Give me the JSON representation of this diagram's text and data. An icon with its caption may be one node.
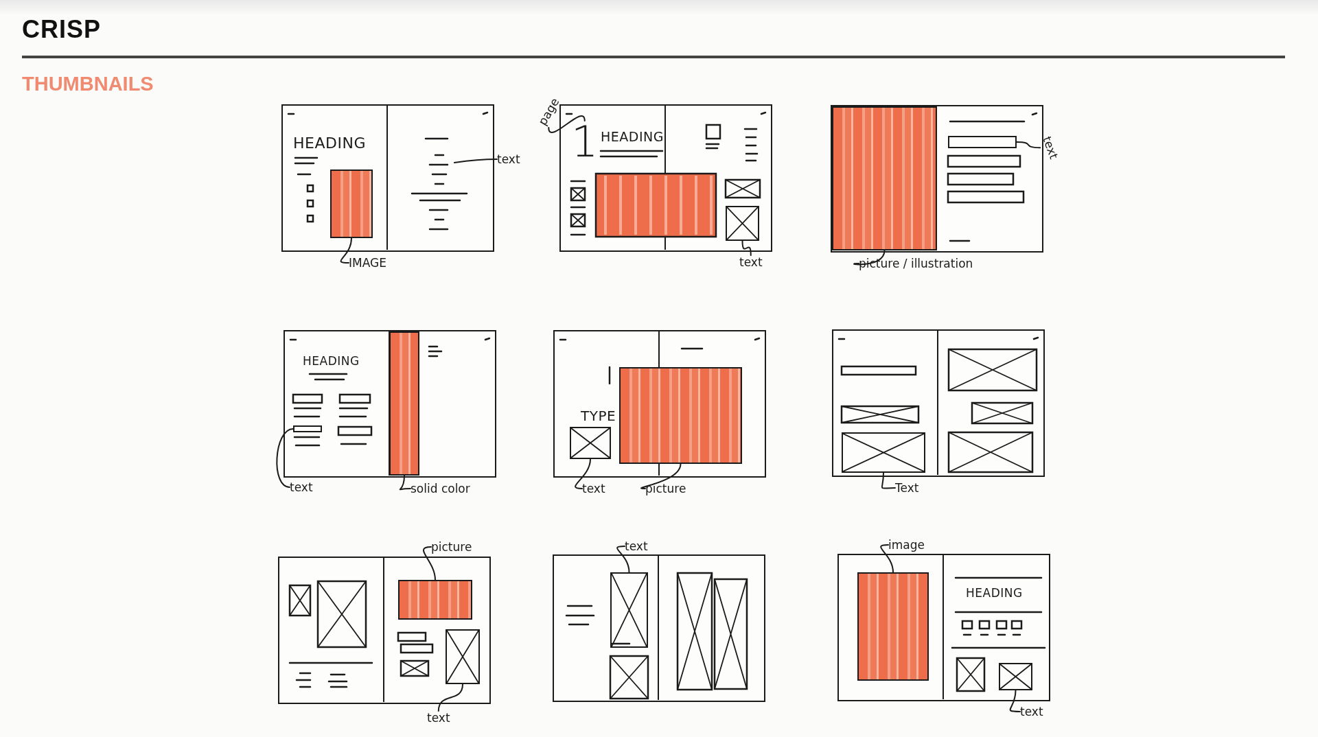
{
  "diagram": {
    "title": "CRISP",
    "labels": [
      "THUMBNAILS"
    ],
    "nodes": [
      {
        "text": [
          "HEADING"
        ]
      },
      {
        "text": [],
        "shape": "box",
        "in": 0
      },
      {
        "text": [
          "IMAGE"
        ]
      },
      {
        "text": [
          "text"
        ]
      },
      {
        "text": [
          "HEADING"
        ]
      },
      {
        "text": [
          "1"
        ],
        "in": 4
      },
      {
        "text": [],
        "shape": "box",
        "in": 4
      },
      {
        "text": [
          "page"
        ]
      },
      {
        "text": [
          "text"
        ]
      },
      {
        "text": [],
        "shape": "box"
      },
      {
        "text": [],
        "shape": "box",
        "in": 9
      },
      {
        "text": [],
        "shape": "box",
        "in": 9
      },
      {
        "text": [
          "text"
        ]
      },
      {
        "text": [
          "picture / illustration"
        ]
      },
      {
        "text": [
          "HEADING"
        ]
      },
      {
        "text": [],
        "shape": "box",
        "in": 14
      },
      {
        "text": [],
        "shape": "box",
        "in": 14
      },
      {
        "text": [
          "text"
        ]
      },
      {
        "text": [
          "solid color"
        ]
      },
      {
        "text": [
          "TYPE"
        ]
      },
      {
        "text": [],
        "shape": "box",
        "in": 19
      },
      {
        "text": [],
        "shape": "box",
        "in": 19
      },
      {
        "text": [
          "text"
        ]
      },
      {
        "text": [
          "picture"
        ]
      },
      {
        "text": [],
        "shape": "box"
      },
      {
        "text": [],
        "shape": "box",
        "in": 24
      },
      {
        "text": [
          "Text"
        ]
      },
      {
        "text": [],
        "shape": "box"
      },
      {
        "text": [],
        "shape": "box",
        "in": 27
      },
      {
        "text": [],
        "shape": "box",
        "in": 27
      },
      {
        "text": [
          "picture"
        ]
      },
      {
        "text": [
          "text"
        ]
      },
      {
        "text": [],
        "shape": "box"
      },
      {
        "text": [],
        "shape": "box",
        "in": 32
      },
      {
        "text": [
          "text"
        ]
      },
      {
        "text": [
          "HEADING"
        ]
      },
      {
        "text": [],
        "shape": "box",
        "in": 35
      },
      {
        "text": [],
        "shape": "box",
        "in": 35
      },
      {
        "text": [
          "image"
        ]
      },
      {
        "text": [
          "text"
        ]
      }
    ],
    "edges": [
      {
        "from": 2,
        "to": 1,
        "arrow": "none"
      },
      {
        "from": 3,
        "to": null,
        "arrow": "none"
      },
      {
        "from": 7,
        "to": 5,
        "arrow": "none"
      },
      {
        "from": 8,
        "to": 6,
        "arrow": "none"
      },
      {
        "from": 12,
        "to": 11,
        "arrow": "none"
      },
      {
        "from": 13,
        "to": 10,
        "arrow": "none"
      },
      {
        "from": 17,
        "to": 15,
        "arrow": "none"
      },
      {
        "from": 18,
        "to": 16,
        "arrow": "none"
      },
      {
        "from": 22,
        "to": 20,
        "arrow": "none"
      },
      {
        "from": 23,
        "to": 21,
        "arrow": "none"
      },
      {
        "from": 26,
        "to": 25,
        "arrow": "none"
      },
      {
        "from": 30,
        "to": 28,
        "arrow": "none"
      },
      {
        "from": 31,
        "to": 29,
        "arrow": "none"
      },
      {
        "from": 34,
        "to": 33,
        "arrow": "none"
      },
      {
        "from": 38,
        "to": 36,
        "arrow": "none"
      },
      {
        "from": 39,
        "to": 37,
        "arrow": "none"
      }
    ]
  }
}
